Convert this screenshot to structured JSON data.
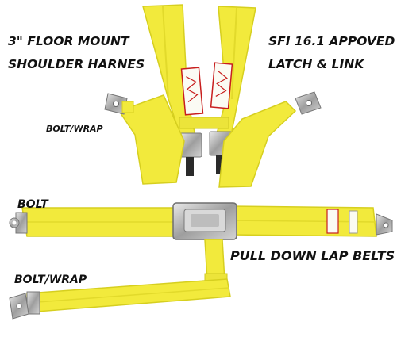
{
  "headline": {
    "line1": "3\" FLOOR MOUNT",
    "line2": "SHOULDER HARNES"
  },
  "certification": {
    "line1": "SFI 16.1 APPOVED",
    "line2": "LATCH & LINK"
  },
  "labels": {
    "shoulder_mount": "BOLT/WRAP",
    "lap_left_mount": "BOLT",
    "lap_belts": "PULL DOWN LAP BELTS",
    "sub_belt_mount": "BOLT/WRAP"
  },
  "colors": {
    "webbing": "#f2ea3c",
    "webbing_shadow": "#d6cf1f",
    "hardware": "#b9b9b9",
    "text": "#111111",
    "tag_red": "#c81e1e"
  }
}
